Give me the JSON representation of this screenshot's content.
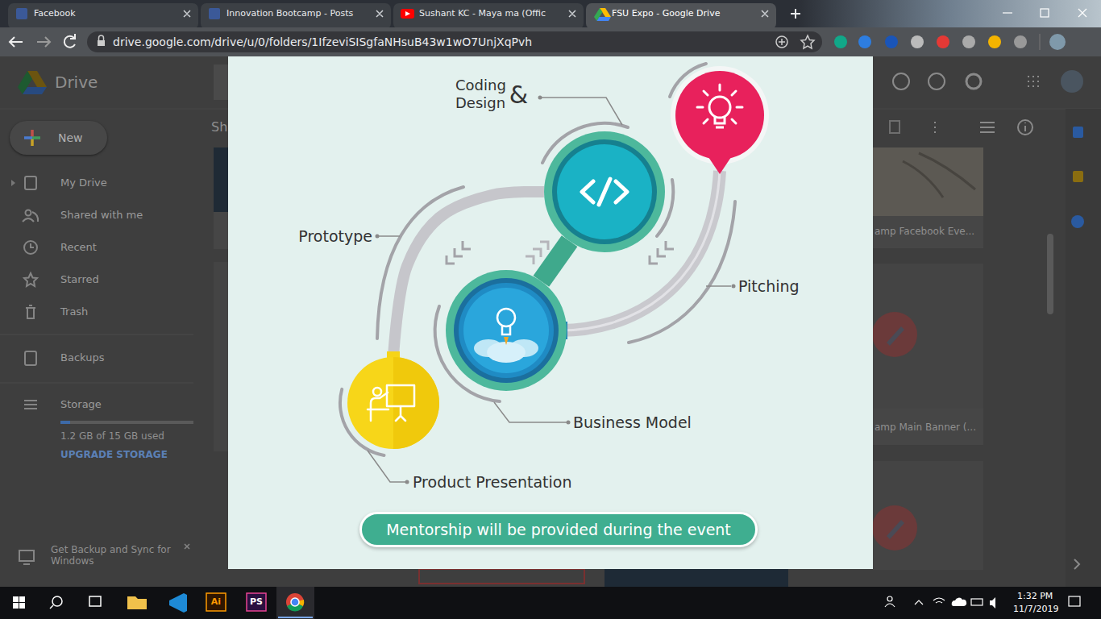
{
  "diagram": {
    "nodes": [
      {
        "text": [
          "New"
        ]
      },
      {
        "text": [
          "Coding",
          "&",
          "Design"
        ]
      },
      {
        "text": [
          "Business Model"
        ]
      },
      {
        "text": [
          "Product Presentation"
        ]
      },
      {
        "text": [
          "Mentorship will be provided during the event"
        ]
      }
    ],
    "edges": [
      {
        "from": 2,
        "to": 1,
        "arrow": "none"
      },
      {
        "from": 1,
        "to": 3,
        "arrow": "none",
        "label": "Prototype"
      }
    ],
    "labels": [
      "Facebook",
      "Innovation Bootcamp - Posts",
      "Sushant KC - Maya ma (Offic",
      "FSU Expo - Google Drive",
      "drive.google.com/drive/u/0/folders/1IfzeviSISgfaNHsuB43w1wO7UnjXqPvh",
      "Drive",
      "Sh",
      "My Drive",
      "Shared with me",
      "Recent",
      "Starred",
      "Trash",
      "Backups",
      "Storage",
      "1.2 GB of 15 GB used",
      "UPGRADE STORAGE",
      "Get Backup and Sync for Windows",
      "amp Facebook Eve...",
      "amp Main Banner (...",
      "Pitching",
      "Ai",
      "PS",
      "1:32 PM",
      "11/7/2019"
    ]
  }
}
